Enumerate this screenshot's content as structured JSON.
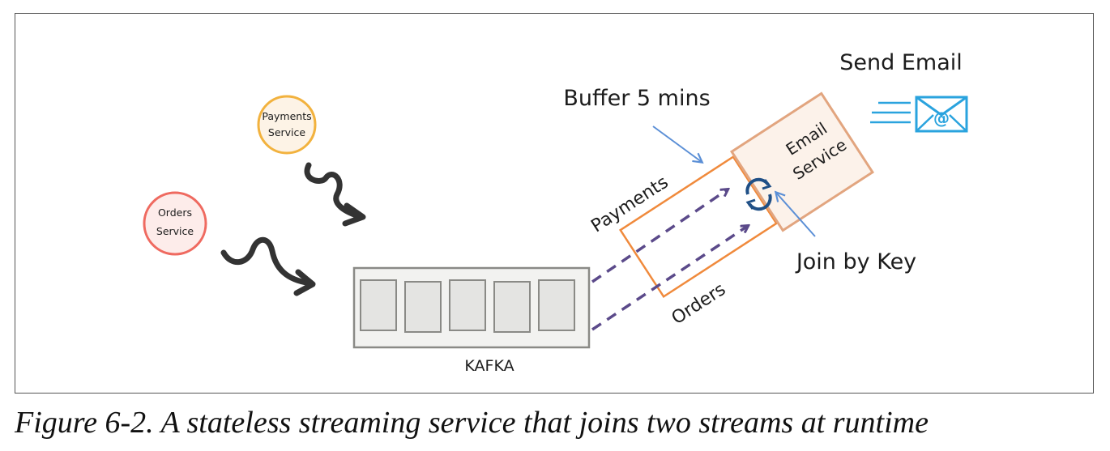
{
  "diagram": {
    "nodes": {
      "payments_service": {
        "line1": "Payments",
        "line2": "Service",
        "color": "#f2b23e"
      },
      "orders_service": {
        "line1": "Orders",
        "line2": "Service",
        "color": "#ef6a60"
      },
      "kafka": {
        "label": "KAFKA",
        "partitions": 5
      },
      "email_service": {
        "line1": "Email",
        "line2": "Service",
        "color": "#e2a57f"
      }
    },
    "labels": {
      "buffer": "Buffer 5 mins",
      "payments_stream": "Payments",
      "orders_stream": "Orders",
      "join": "Join by Key",
      "send_email": "Send Email"
    },
    "colors": {
      "stream_arrow": "#5b4a8a",
      "buffer_box": "#f08a3c",
      "pointer_arrow": "#5b8fd6",
      "email_icon": "#2aa3de",
      "join_icon": "#1f4f86"
    }
  },
  "caption": "Figure 6-2. A stateless streaming service that joins two streams at runtime"
}
